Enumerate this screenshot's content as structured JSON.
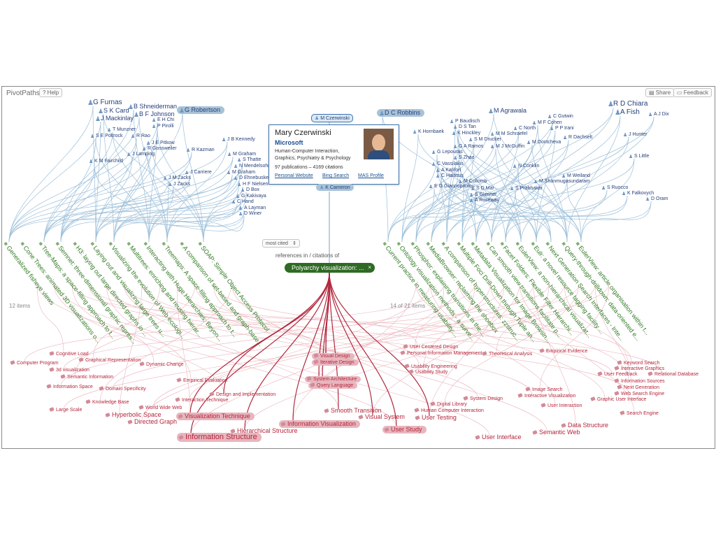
{
  "app": {
    "title": "PivotPaths",
    "help": "? Help",
    "share": "Share",
    "feedback": "Feedback"
  },
  "colors": {
    "author": "#27407a",
    "paper": "#2f7a22",
    "keyword": "#b5253a",
    "focus": "#2f6a24",
    "card_border": "#3b72ac"
  },
  "selected_author": "M Czerwinski",
  "card": {
    "name": "Mary Czerwinski",
    "org": "Microsoft",
    "areas": "Human-Computer Interaction, Graphics, Psychiatry & Psychology",
    "pubs": "97 publications – 4169 citations",
    "links": [
      "Personal Website",
      "Bing Search",
      "MAS Profile"
    ]
  },
  "k_cameron": "K Cameron",
  "sort_label": "most cited",
  "sort_caret": "⇕",
  "references_label": "references in / citations of",
  "focus_paper": "Polyarchy visualization: ...",
  "focus_close": "×",
  "left_count": "12 items",
  "right_count": "14 of 21 items",
  "authors": [
    "G Furnas",
    "B Shneiderman",
    "S K Card",
    "B F Johnson",
    "J Mackinlay",
    "E H Chi",
    "P Pirolli",
    "T Munzner",
    "R Rao",
    "S E Poltrock",
    "J E Pitkow",
    "R Gossweiler",
    "J Lamping",
    "K M Fairchild",
    "G Robertson",
    "J B Kennedy",
    "R Kazman",
    "M Graham",
    "S Thatte",
    "N Mendelsohn",
    "J Carriere",
    "M Graham",
    "D Ehnebuske",
    "J M Zacks",
    "H F Nielsen",
    "J Zacks",
    "D Box",
    "G Kakivaya",
    "C Hand",
    "A Layman",
    "D Winer",
    "D C Robbins",
    "M Agrawala",
    "C Gutwin",
    "P Baudisch",
    "M F Cohen",
    "K Hornbaek",
    "D S Tan",
    "C North",
    "P P Irani",
    "K Hinckley",
    "M M Schraefel",
    "S M Drucker",
    "R Dachselt",
    "G A Ramos",
    "M J McGuffin",
    "M Dontcheva",
    "G Lepouras",
    "S Zhao",
    "C Vassilakis",
    "N Conklin",
    "A Katifori",
    "C Halatsis",
    "M Collomb",
    "M Weiland",
    "E G Giannopoulou",
    "S D Mar",
    "M Shanmugasundaram",
    "S Prabhakar",
    "S Glenner",
    "A Roseway",
    "R D Chiara",
    "A J Dix",
    "A Fish",
    "J Hunter",
    "S Little",
    "S Ruocco",
    "K Falkovych",
    "D Oram"
  ],
  "papers_left": [
    "Generalized fisheye views",
    "Cone Trees: animated 3D visualizations o...",
    "Tree-Maps: a space-filling approach to t...",
    "Semnet: three-dimensional graphic repres...",
    "H3: laying out large directed graphs in ...",
    "Laying out and visualizing large trees u...",
    "Visualizing the evolution of Web ecologi...",
    "Multitrees: enriching and reusing hierar...",
    "Interacting with Huge Hierarchies: Beyon...",
    "Treemaps: A space-filling approach to t...",
    "A comparison of set-based and graph-base...",
    "SOAP: Simple Object Access Protocol"
  ],
  "papers_right": [
    "Current practice in measuring usability:...",
    "Ontology visualization methods - a surve...",
    "Phosphor: explaining transitions in the ...",
    "MediaBrowser: reclaiming the shoebox",
    "A comparison of hyperstructures: zzstruc...",
    "Multiple Foci Drill-Down through Tuple an...",
    "Metadata Visualization for Image Browsin...",
    "Can smooth view transitions facilitate p...",
    "Facet Folders: Flexible Filter Hierarchi...",
    "EulerView: a non-hierarchical visualizat...",
    "Eulr: a novel resource tagging facility ...",
    "Next Generation Search Interfaces - Inte...",
    "Query-through-drilldown: data-oriented e...",
    "EulerView: article organisation within t..."
  ],
  "keywords": [
    "Cognitive Load",
    "Graphical Representation",
    "Computer Program",
    "3d visualization",
    "Dynamic Change",
    "Semantic Information",
    "Information Space",
    "Domain Specificity",
    "Empirical Evaluation",
    "Knowledge Base",
    "World Wide Web",
    "Large Scale",
    "Hyperbolic Space",
    "Directed Graph",
    "Interaction Technique",
    "Design and Implementation",
    "Visualization Technique",
    "Information Structure",
    "Hierarchical Structure",
    "Visual Design",
    "Iterative Design",
    "System Architecture",
    "Query Language",
    "Smooth Transition",
    "Information Visualization",
    "Visual System",
    "User Study",
    "User Centered Design",
    "Personal Information Management",
    "Theoretical Analysis",
    "Empirical Evidence",
    "Usability Engineering",
    "Usability Study",
    "Digital Library",
    "System Design",
    "Human Computer Interaction",
    "User Testing",
    "Image Search",
    "Interactive Visualization",
    "User Interaction",
    "Data Structure",
    "User Interface",
    "Semantic Web",
    "Keyword Search",
    "Interactive Graphics",
    "User Feedback",
    "Relational Database",
    "Information Sources",
    "Next Generation",
    "Web Search Engine",
    "Graphic User Interface",
    "Search Engine"
  ]
}
